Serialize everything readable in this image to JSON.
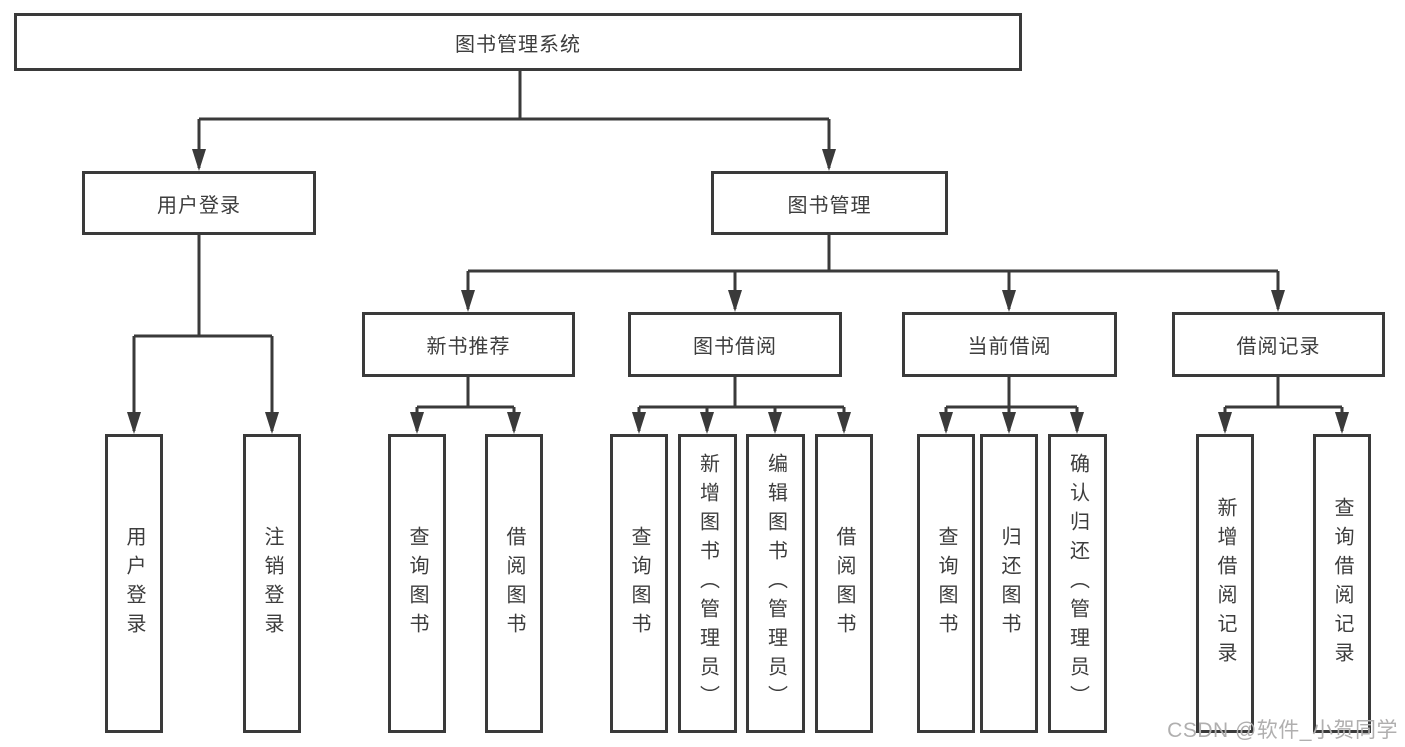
{
  "tree": {
    "root": {
      "label": "图书管理系统"
    },
    "branches": [
      {
        "label": "用户登录",
        "children": [
          {
            "label": "用户登录"
          },
          {
            "label": "注销登录"
          }
        ]
      },
      {
        "label": "图书管理",
        "groups": [
          {
            "label": "新书推荐",
            "children": [
              {
                "label": "查询图书"
              },
              {
                "label": "借阅图书"
              }
            ]
          },
          {
            "label": "图书借阅",
            "children": [
              {
                "label": "查询图书"
              },
              {
                "label": "新增图书（管理员）"
              },
              {
                "label": "编辑图书（管理员）"
              },
              {
                "label": "借阅图书"
              }
            ]
          },
          {
            "label": "当前借阅",
            "children": [
              {
                "label": "查询图书"
              },
              {
                "label": "归还图书"
              },
              {
                "label": "确认归还（管理员）"
              }
            ]
          },
          {
            "label": "借阅记录",
            "children": [
              {
                "label": "新增借阅记录"
              },
              {
                "label": "查询借阅记录"
              }
            ]
          }
        ]
      }
    ]
  },
  "watermark": "CSDN @软件_小贺同学",
  "colors": {
    "line": "#3a3a3a",
    "text": "#3d3d3d",
    "box_background": "#ffffff",
    "watermark": "#b0afaf",
    "background": "#ffffff"
  }
}
